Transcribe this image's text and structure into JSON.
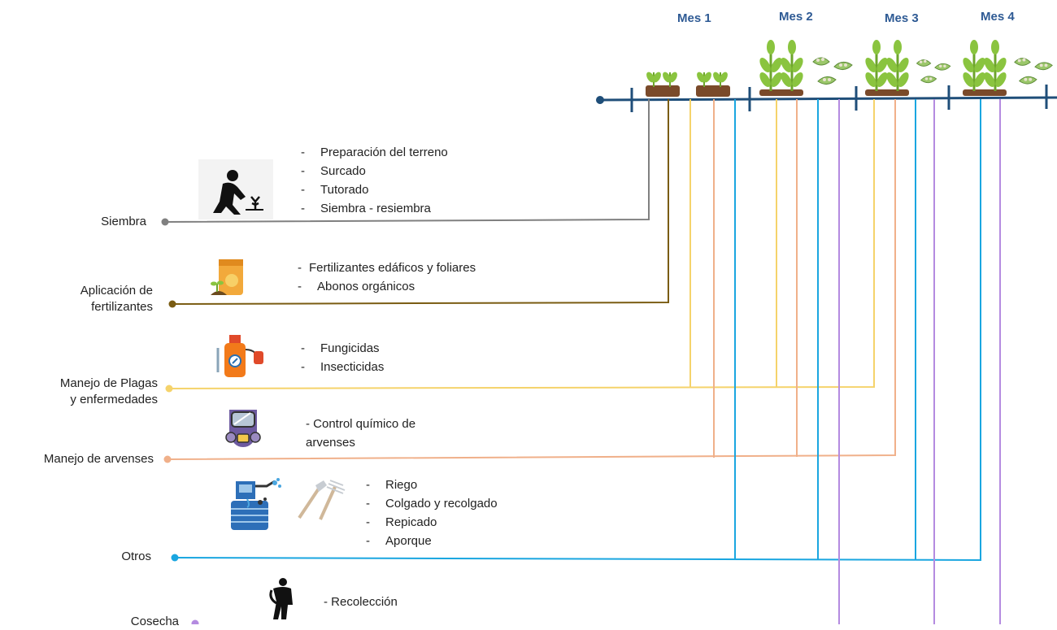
{
  "timeline": {
    "months": [
      "Mes 1",
      "Mes 2",
      "Mes 3",
      "Mes 4"
    ]
  },
  "activities": [
    {
      "name": "Siembra",
      "icon": "person-planting-icon",
      "color": "#808080",
      "tasks": [
        "Preparación del terreno",
        "Surcado",
        "Tutorado",
        "Siembra - resiembra"
      ]
    },
    {
      "name_line1": "Aplicación de",
      "name_line2": "fertilizantes",
      "icon": "fertilizer-bag-icon",
      "color": "#7a5c12",
      "tasks": [
        "Fertilizantes edáficos y foliares",
        "Abonos orgánicos"
      ]
    },
    {
      "name_line1": "Manejo de Plagas",
      "name_line2": "y enfermedades",
      "icon": "sprayer-icon",
      "color": "#f5d36b",
      "tasks": [
        "Fungicidas",
        "Insecticidas"
      ]
    },
    {
      "name": "Manejo de arvenses",
      "icon": "gas-mask-icon",
      "color": "#f0b08a",
      "task_line1": "- Control químico de",
      "task_line2": "arvenses"
    },
    {
      "name": "Otros",
      "icon": "irrigation-tools-icon",
      "color": "#1aa6e0",
      "tasks": [
        "Riego",
        "Colgado y recolgado",
        "Repicado",
        "Aporque"
      ]
    },
    {
      "name": "Cosecha",
      "icon": "harvester-person-icon",
      "color": "#b48be0",
      "task_line1": "- Recolección"
    }
  ],
  "colors": {
    "timeline": "#1f4e79",
    "siembra": "#808080",
    "fertilizantes": "#7a5c12",
    "plagas": "#f5d36b",
    "arvenses": "#f0b08a",
    "otros": "#1aa6e0",
    "cosecha": "#b48be0"
  }
}
